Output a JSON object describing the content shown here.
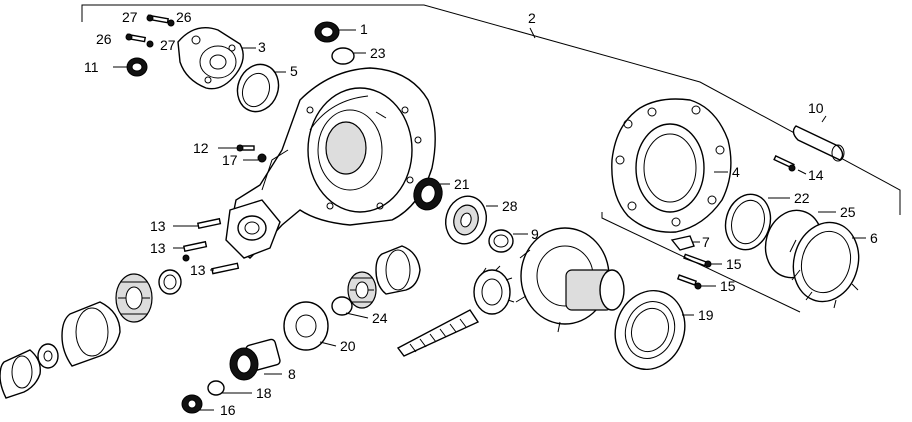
{
  "callouts": [
    {
      "id": "c1",
      "text": "1"
    },
    {
      "id": "c2",
      "text": "2"
    },
    {
      "id": "c3",
      "text": "3"
    },
    {
      "id": "c4",
      "text": "4"
    },
    {
      "id": "c5",
      "text": "5"
    },
    {
      "id": "c6",
      "text": "6"
    },
    {
      "id": "c7",
      "text": "7"
    },
    {
      "id": "c8",
      "text": "8"
    },
    {
      "id": "c9",
      "text": "9"
    },
    {
      "id": "c10",
      "text": "10"
    },
    {
      "id": "c11",
      "text": "11"
    },
    {
      "id": "c12",
      "text": "12"
    },
    {
      "id": "c13a",
      "text": "13"
    },
    {
      "id": "c13b",
      "text": "13"
    },
    {
      "id": "c13c",
      "text": "13"
    },
    {
      "id": "c14",
      "text": "14"
    },
    {
      "id": "c15a",
      "text": "15"
    },
    {
      "id": "c15b",
      "text": "15"
    },
    {
      "id": "c16",
      "text": "16"
    },
    {
      "id": "c17",
      "text": "17"
    },
    {
      "id": "c18",
      "text": "18"
    },
    {
      "id": "c19",
      "text": "19"
    },
    {
      "id": "c20",
      "text": "20"
    },
    {
      "id": "c21",
      "text": "21"
    },
    {
      "id": "c22",
      "text": "22"
    },
    {
      "id": "c23",
      "text": "23"
    },
    {
      "id": "c24",
      "text": "24"
    },
    {
      "id": "c25",
      "text": "25"
    },
    {
      "id": "c26a",
      "text": "26"
    },
    {
      "id": "c26b",
      "text": "26"
    },
    {
      "id": "c27a",
      "text": "27"
    },
    {
      "id": "c27b",
      "text": "27"
    },
    {
      "id": "c28",
      "text": "28"
    }
  ]
}
